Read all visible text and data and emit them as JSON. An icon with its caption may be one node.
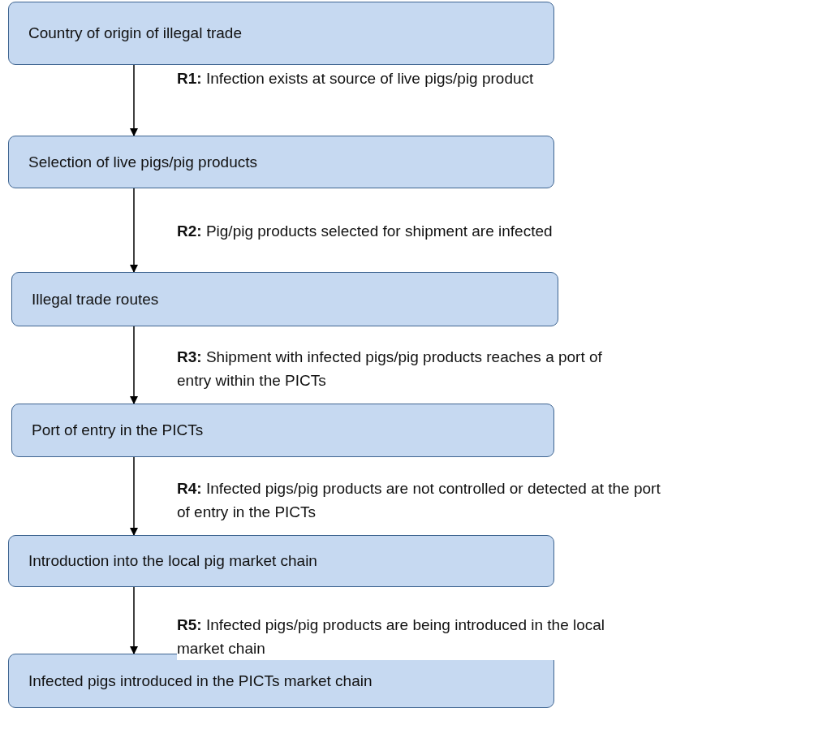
{
  "diagram": {
    "nodes": [
      {
        "text": [
          "Country of origin of illegal trade"
        ]
      },
      {
        "text": [
          "Selection of live pigs/pig products"
        ]
      },
      {
        "text": [
          "Illegal trade routes"
        ]
      },
      {
        "text": [
          "Port of entry in the PICTs"
        ]
      },
      {
        "text": [
          "Introduction into the local pig market chain"
        ]
      },
      {
        "text": [
          "Infected pigs introduced in the PICTs market chain"
        ]
      }
    ],
    "edges": [
      {
        "from": 0,
        "to": 1,
        "arrow": "to",
        "label": "**R1:** Infection exists at source of live pigs/pig product"
      },
      {
        "from": 1,
        "to": 2,
        "arrow": "to",
        "label": "**R2:** Pig/pig products selected for shipment are infected"
      },
      {
        "from": 2,
        "to": 3,
        "arrow": "to",
        "label": "**R3:** Shipment with infected pigs/pig products reaches a port of entry within the PICTs"
      },
      {
        "from": 3,
        "to": 4,
        "arrow": "to",
        "label": "**R4:** Infected pigs/pig products are not controlled or detected at the port of entry in the PICTs"
      },
      {
        "from": 4,
        "to": 5,
        "arrow": "to",
        "label": "**R5:** Infected pigs/pig products are being introduced in the local market chain"
      }
    ]
  }
}
